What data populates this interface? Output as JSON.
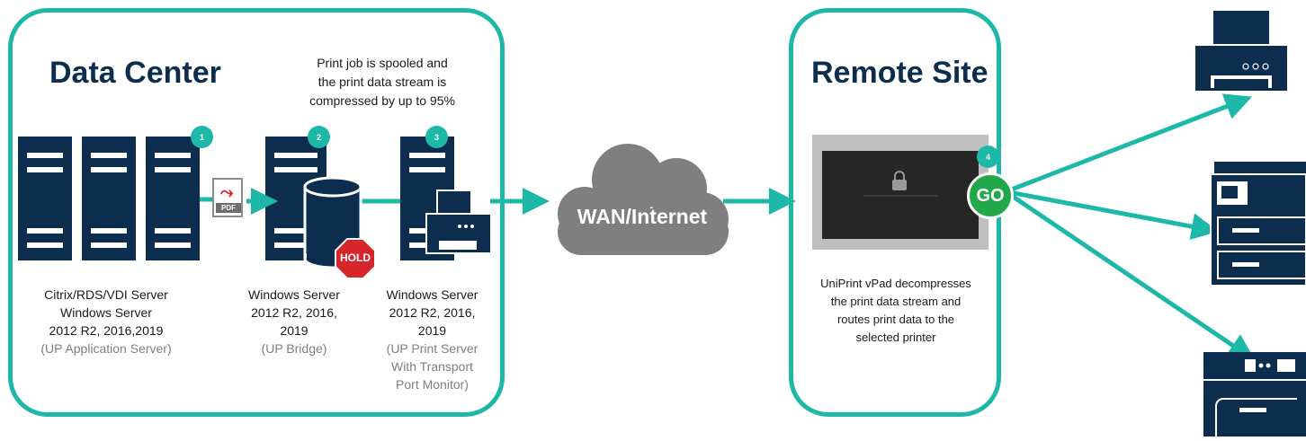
{
  "data_center": {
    "title": "Data Center",
    "spool_note": [
      "Print job is spooled and",
      "the print data stream is",
      "compressed by up to 95%"
    ],
    "badges": [
      "1",
      "2",
      "3"
    ],
    "server1_caption": [
      "Citrix/RDS/VDI Server",
      "Windows Server",
      "2012 R2, 2016,2019"
    ],
    "server1_sub": "(UP Application Server)",
    "server2_caption": [
      "Windows Server",
      "2012 R2, 2016,",
      "2019"
    ],
    "server2_sub": "(UP Bridge)",
    "server3_caption": [
      "Windows Server",
      "2012 R2, 2016,",
      "2019"
    ],
    "server3_sub": [
      "(UP Print Server",
      "With Transport",
      "Port Monitor)"
    ],
    "pdf_label": "PDF",
    "hold_label": "HOLD"
  },
  "wan": {
    "label": "WAN/Internet"
  },
  "remote_site": {
    "title": "Remote Site",
    "badge": "4",
    "go_label": "GO",
    "caption": [
      "UniPrint vPad decompresses",
      "the print data stream and",
      "routes print data to the",
      "selected printer"
    ]
  },
  "colors": {
    "accent": "#1db8a8",
    "navy": "#0d2d4f",
    "cloud": "#7f7f7f",
    "go": "#22a84a",
    "hold": "#d7262b"
  }
}
